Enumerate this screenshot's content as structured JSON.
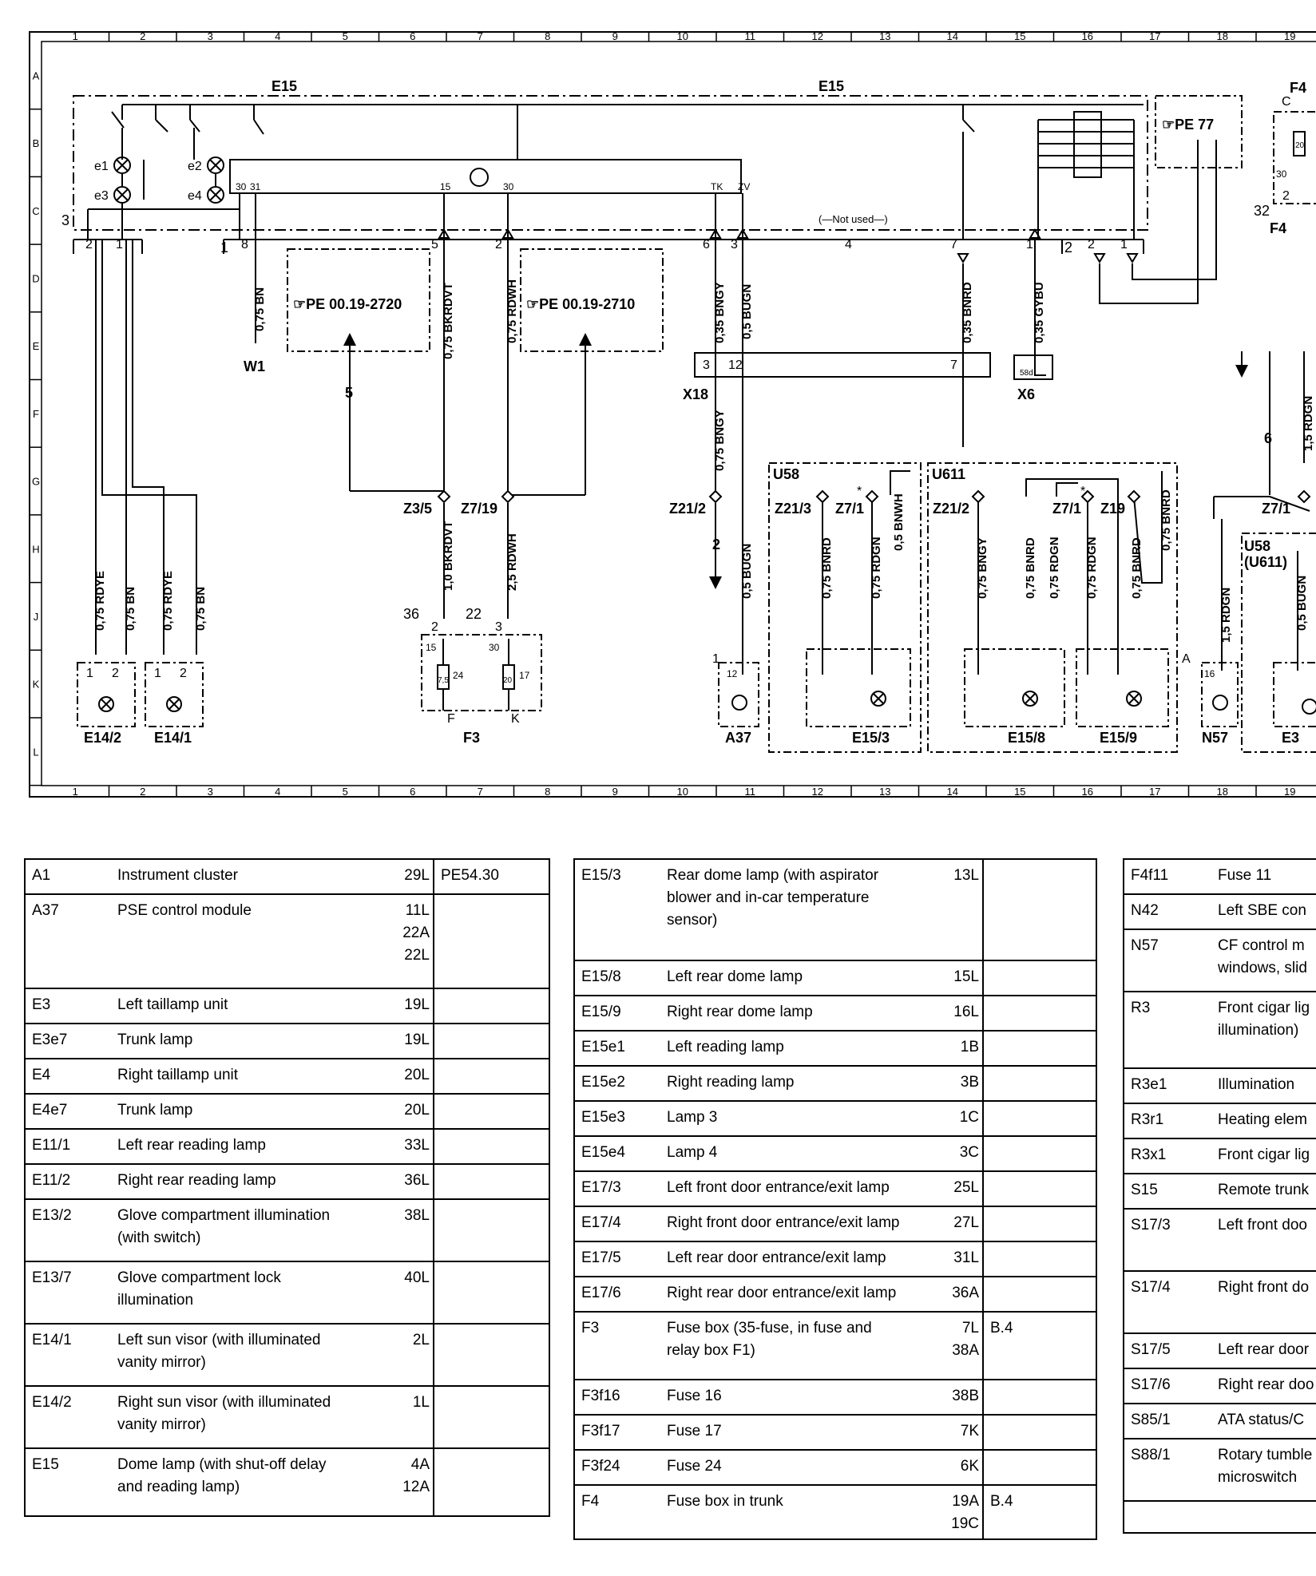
{
  "frame": {
    "columns": [
      "1",
      "2",
      "3",
      "4",
      "5",
      "6",
      "7",
      "8",
      "9",
      "10",
      "11",
      "12",
      "13",
      "14",
      "15",
      "16",
      "17",
      "18",
      "19"
    ],
    "rows": [
      "A",
      "B",
      "C",
      "D",
      "E",
      "F",
      "G",
      "H",
      "J",
      "K",
      "L"
    ]
  },
  "diagram": {
    "units": {
      "e15_left": "E15",
      "e15_right": "E15",
      "f4_top": "F4",
      "f4_side": "F4",
      "e14_2": "E14/2",
      "e14_1": "E14/1",
      "f3": "F3",
      "a37": "A37",
      "e15_3": "E15/3",
      "e15_8": "E15/8",
      "e15_9": "E15/9",
      "n57": "N57",
      "e3": "E3",
      "u58": "U58",
      "u611": "U611",
      "u58_u611": "U58\n(U611)",
      "x18": "X18",
      "x6": "X6",
      "w1": "W1"
    },
    "refs": {
      "pe_2720": "☞PE 00.19-2720",
      "pe_2710": "☞PE 00.19-2710",
      "pe_77": "☞PE 77"
    },
    "connectors": {
      "z3_5": "Z3/5",
      "z7_19": "Z7/19",
      "z21_2": "Z21/2",
      "z21_3": "Z21/3",
      "z7_1a": "Z7/1",
      "z21_2b": "Z21/2",
      "z7_1b": "Z7/1",
      "z19": "Z19",
      "z7_1c": "Z7/1"
    },
    "lamps": {
      "e1": "e1",
      "e2": "e2",
      "e3": "e3",
      "e4": "e4"
    },
    "wires": {
      "bn_w1": "0,75 BN",
      "bkrdvt_top": "0,75 BKRDVT",
      "rdwh_top": "0,75 RDWH",
      "bngy_top": "0,35 BNGY",
      "bugn_top": "0,5 BUGN",
      "bnrd_top": "0,35 BNRD",
      "gybu_top": "0,35 GYBU",
      "bngy_mid": "0,75 BNGY",
      "rdye_a": "0,75 RDYE",
      "bn_a": "0,75 BN",
      "rdye_b": "0,75 RDYE",
      "bn_b": "0,75 BN",
      "bkrdvt_bot": "1,0 BKRDVT",
      "rdwh_bot": "2,5 RDWH",
      "bugn_bot": "0,5 BUGN",
      "u58_bnrd": "0,75 BNRD",
      "u58_rdgn": "0,75 RDGN",
      "u58_bnwh": "0,5 BNWH",
      "u611_bngy": "0,75 BNGY",
      "u611_bnrd": "0,75 BNRD",
      "u611_rdgn": "0,75 RDGN",
      "u611_rdgn2": "0,75 RDGN",
      "u611_bnrd2": "0,75 BNRD",
      "u611_bnrd3": "0,75 BNRD",
      "n57_rdgn": "1,5 RDGN",
      "e3_rdgn": "1,5 RDGN",
      "e3_bugn": "0,5 BUGN"
    },
    "pins": {
      "p3": "3",
      "p2a": "2",
      "p1a": "1",
      "p1b": "1",
      "p8": "8",
      "p5": "5",
      "p2b": "2",
      "p6": "6",
      "p3b": "3",
      "p4": "4",
      "p7": "7",
      "p1c": "1",
      "p2c": "2",
      "p2d": "2",
      "p1d": "1",
      "t30": "30",
      "t31": "31",
      "t15": "15",
      "t30b": "30",
      "tTK": "TK",
      "tZV": "ZV",
      "x18_3": "3",
      "x18_12": "12",
      "x18_7": "7",
      "x6_58d": "58d",
      "f3_36": "36",
      "f3_22": "22",
      "f3_2": "2",
      "f3_3": "3",
      "f3_15": "15",
      "f3_30": "30",
      "f3_75": "7,5",
      "f3_24": "24",
      "f3_20": "20",
      "f3_17": "17",
      "f3_F": "F",
      "f3_K": "K",
      "a37_1": "1",
      "a37_12": "12",
      "n57_A": "A",
      "n57_16": "16",
      "e142_1": "1",
      "e142_2": "2",
      "e141_1": "1",
      "e141_2": "2",
      "f4_C": "C",
      "f4_20": "20",
      "f4_30": "30",
      "f4_2": "2",
      "f4_32": "32"
    },
    "arrow_numbers": {
      "n5": "5",
      "n2": "2",
      "n6": "6"
    },
    "note_not_used": "(—Not used—)",
    "star": "*"
  },
  "legend_tables": [
    {
      "rows": [
        {
          "code": "A1",
          "desc": "Instrument cluster",
          "loc": "29L",
          "ref": "PE54.30"
        },
        {
          "code": "A37",
          "desc": "PSE control module",
          "loc": "11L\n22A\n22L",
          "ref": ""
        },
        {
          "code": "E3",
          "desc": "Left taillamp unit",
          "loc": "19L",
          "ref": ""
        },
        {
          "code": "E3e7",
          "desc": "Trunk lamp",
          "loc": "19L",
          "ref": ""
        },
        {
          "code": "E4",
          "desc": "Right taillamp unit",
          "loc": "20L",
          "ref": ""
        },
        {
          "code": "E4e7",
          "desc": "Trunk lamp",
          "loc": "20L",
          "ref": ""
        },
        {
          "code": "E11/1",
          "desc": "Left rear reading lamp",
          "loc": "33L",
          "ref": ""
        },
        {
          "code": "E11/2",
          "desc": "Right rear reading lamp",
          "loc": "36L",
          "ref": ""
        },
        {
          "code": "E13/2",
          "desc": "Glove compartment illumination\n(with switch)",
          "loc": "38L",
          "ref": ""
        },
        {
          "code": "E13/7",
          "desc": "Glove compartment lock\nillumination",
          "loc": "40L",
          "ref": ""
        },
        {
          "code": "E14/1",
          "desc": "Left sun visor (with illuminated\nvanity mirror)",
          "loc": "2L",
          "ref": ""
        },
        {
          "code": "E14/2",
          "desc": "Right sun visor (with illuminated\nvanity mirror)",
          "loc": "1L",
          "ref": ""
        },
        {
          "code": "E15",
          "desc": "Dome lamp (with shut-off delay\nand reading lamp)",
          "loc": "4A\n12A",
          "ref": ""
        }
      ]
    },
    {
      "rows": [
        {
          "code": "E15/3",
          "desc": "Rear dome lamp (with aspirator\nblower and in-car temperature\nsensor)",
          "loc": "13L",
          "ref": ""
        },
        {
          "code": "E15/8",
          "desc": "Left rear dome lamp",
          "loc": "15L",
          "ref": ""
        },
        {
          "code": "E15/9",
          "desc": "Right rear dome lamp",
          "loc": "16L",
          "ref": ""
        },
        {
          "code": "E15e1",
          "desc": "Left reading lamp",
          "loc": "1B",
          "ref": ""
        },
        {
          "code": "E15e2",
          "desc": "Right reading lamp",
          "loc": "3B",
          "ref": ""
        },
        {
          "code": "E15e3",
          "desc": "Lamp 3",
          "loc": "1C",
          "ref": ""
        },
        {
          "code": "E15e4",
          "desc": "Lamp 4",
          "loc": "3C",
          "ref": ""
        },
        {
          "code": "E17/3",
          "desc": "Left front door entrance/exit lamp",
          "loc": "25L",
          "ref": ""
        },
        {
          "code": "E17/4",
          "desc": "Right front door entrance/exit lamp",
          "loc": "27L",
          "ref": ""
        },
        {
          "code": "E17/5",
          "desc": "Left rear door entrance/exit lamp",
          "loc": "31L",
          "ref": ""
        },
        {
          "code": "E17/6",
          "desc": "Right rear door entrance/exit lamp",
          "loc": "36A",
          "ref": ""
        },
        {
          "code": "F3",
          "desc": "Fuse box (35-fuse, in fuse and\nrelay box F1)",
          "loc": "7L\n38A",
          "ref": "B.4"
        },
        {
          "code": "F3f16",
          "desc": "Fuse 16",
          "loc": "38B",
          "ref": ""
        },
        {
          "code": "F3f17",
          "desc": "Fuse 17",
          "loc": "7K",
          "ref": ""
        },
        {
          "code": "F3f24",
          "desc": "Fuse 24",
          "loc": "6K",
          "ref": ""
        },
        {
          "code": "F4",
          "desc": "Fuse box in trunk",
          "loc": "19A\n19C",
          "ref": "B.4"
        }
      ]
    },
    {
      "rows": [
        {
          "code": "F4f11",
          "desc": "Fuse 11",
          "loc": "",
          "ref": ""
        },
        {
          "code": "N42",
          "desc": "Left SBE con",
          "loc": "",
          "ref": ""
        },
        {
          "code": "N57",
          "desc": "CF control m\nwindows, slid",
          "loc": "",
          "ref": ""
        },
        {
          "code": "R3",
          "desc": "Front cigar lig\nillumination)",
          "loc": "",
          "ref": ""
        },
        {
          "code": "R3e1",
          "desc": "Illumination",
          "loc": "",
          "ref": ""
        },
        {
          "code": "R3r1",
          "desc": "Heating elem",
          "loc": "",
          "ref": ""
        },
        {
          "code": "R3x1",
          "desc": "Front cigar lig",
          "loc": "",
          "ref": ""
        },
        {
          "code": "S15",
          "desc": "Remote trunk",
          "loc": "",
          "ref": ""
        },
        {
          "code": "S17/3",
          "desc": "Left front doo",
          "loc": "",
          "ref": ""
        },
        {
          "code": "S17/4",
          "desc": "Right front do",
          "loc": "",
          "ref": ""
        },
        {
          "code": "S17/5",
          "desc": "Left rear door",
          "loc": "",
          "ref": ""
        },
        {
          "code": "S17/6",
          "desc": "Right rear doo",
          "loc": "",
          "ref": ""
        },
        {
          "code": "S85/1",
          "desc": "ATA status/C",
          "loc": "",
          "ref": ""
        },
        {
          "code": "S88/1",
          "desc": "Rotary tumble\nmicroswitch",
          "loc": "",
          "ref": ""
        },
        {
          "code": "",
          "desc": "",
          "loc": "",
          "ref": ""
        }
      ]
    }
  ]
}
